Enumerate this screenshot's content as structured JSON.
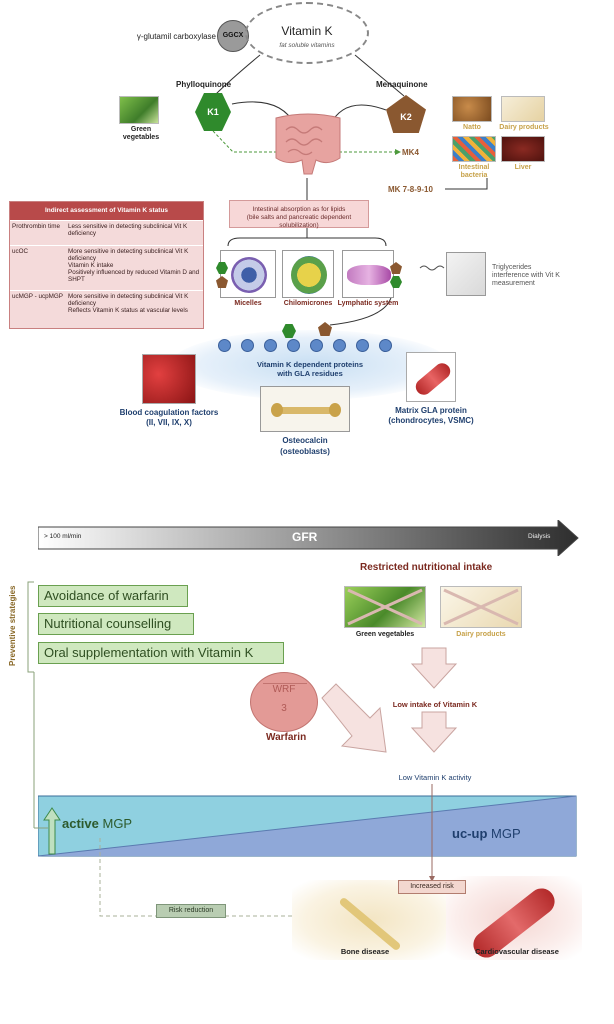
{
  "top": {
    "carboxylase_label": "γ-glutamil carboxylase",
    "ggcx": "GGCX",
    "vitk_title": "Vitamin K",
    "vitk_sub": "fat soluble vitamins",
    "phylloquinone": "Phylloquinone",
    "menaquinone": "Menaquinone",
    "k1": "K1",
    "k2": "K2",
    "green_veg": "Green vegetables",
    "natto": "Natto",
    "dairy": "Dairy products",
    "intestinal_bacteria": "Intestinal bacteria",
    "liver": "Liver",
    "mk4": "MK4",
    "mk_long": "MK 7-8-9-10",
    "absorption_line1": "Intestinal absorption as for lipids",
    "absorption_line2": "(bile salts and pancreatic dependent solubilization)",
    "micelles": "Micelles",
    "chilomicrones": "Chilomicrones",
    "lymphatic": "Lymphatic system",
    "triglycerides": "Triglycerides interference with Vit K measurement",
    "vkdp_line1": "Vitamin K dependent proteins",
    "vkdp_line2": "with GLA residues",
    "blood_line1": "Blood coagulation factors",
    "blood_line2": "(II, VII, IX, X)",
    "osteo_line1": "Osteocalcin",
    "osteo_line2": "(osteoblasts)",
    "mgp_line1": "Matrix GLA protein",
    "mgp_line2": "(chondrocytes, VSMC)"
  },
  "assessment": {
    "title": "Indirect assessment of Vitamin K status",
    "rows": [
      {
        "name": "Prothrombin time",
        "desc": "Less sensitive in detecting subclinical Vit K deficiency"
      },
      {
        "name": "ucOC",
        "desc": "More sensitive in detecting subclinical Vit K deficiency\nVitamin K intake\nPositively influenced by reduced Vitamin D and SHPT"
      },
      {
        "name": "ucMGP - ucpMGP",
        "desc": "More sensitive in detecting subclinical Vit K deficiency\nReflects Vitamin K status at vascular levels"
      }
    ]
  },
  "bottom": {
    "gfr_left": "> 100 ml/min",
    "gfr": "GFR",
    "gfr_right": "Dialysis",
    "restricted": "Restricted nutritional intake",
    "preventive": "Preventive strategies",
    "strategies": [
      "Avoidance of warfarin",
      "Nutritional counselling",
      "Oral supplementation with Vitamin K"
    ],
    "green_veg": "Green vegetables",
    "dairy": "Dairy products",
    "pill_text1": "WRF",
    "pill_text2": "3",
    "warfarin": "Warfarin",
    "low_intake": "Low intake of Vitamin K",
    "low_activity": "Low Vitamin K activity",
    "active_mgp_bold": "active",
    "active_mgp": " MGP",
    "ucup_mgp_bold": "uc-up",
    "ucup_mgp": " MGP",
    "increased_risk": "Increased risk",
    "risk_reduction": "Risk reduction",
    "bone_disease": "Bone disease",
    "cv_disease": "Cardiovascular disease"
  },
  "colors": {
    "title_red": "#7b2a20",
    "dairy_gold": "#c7a24a",
    "mgp_blue": "#1f3f6e",
    "active_green": "#2c5a2c"
  }
}
